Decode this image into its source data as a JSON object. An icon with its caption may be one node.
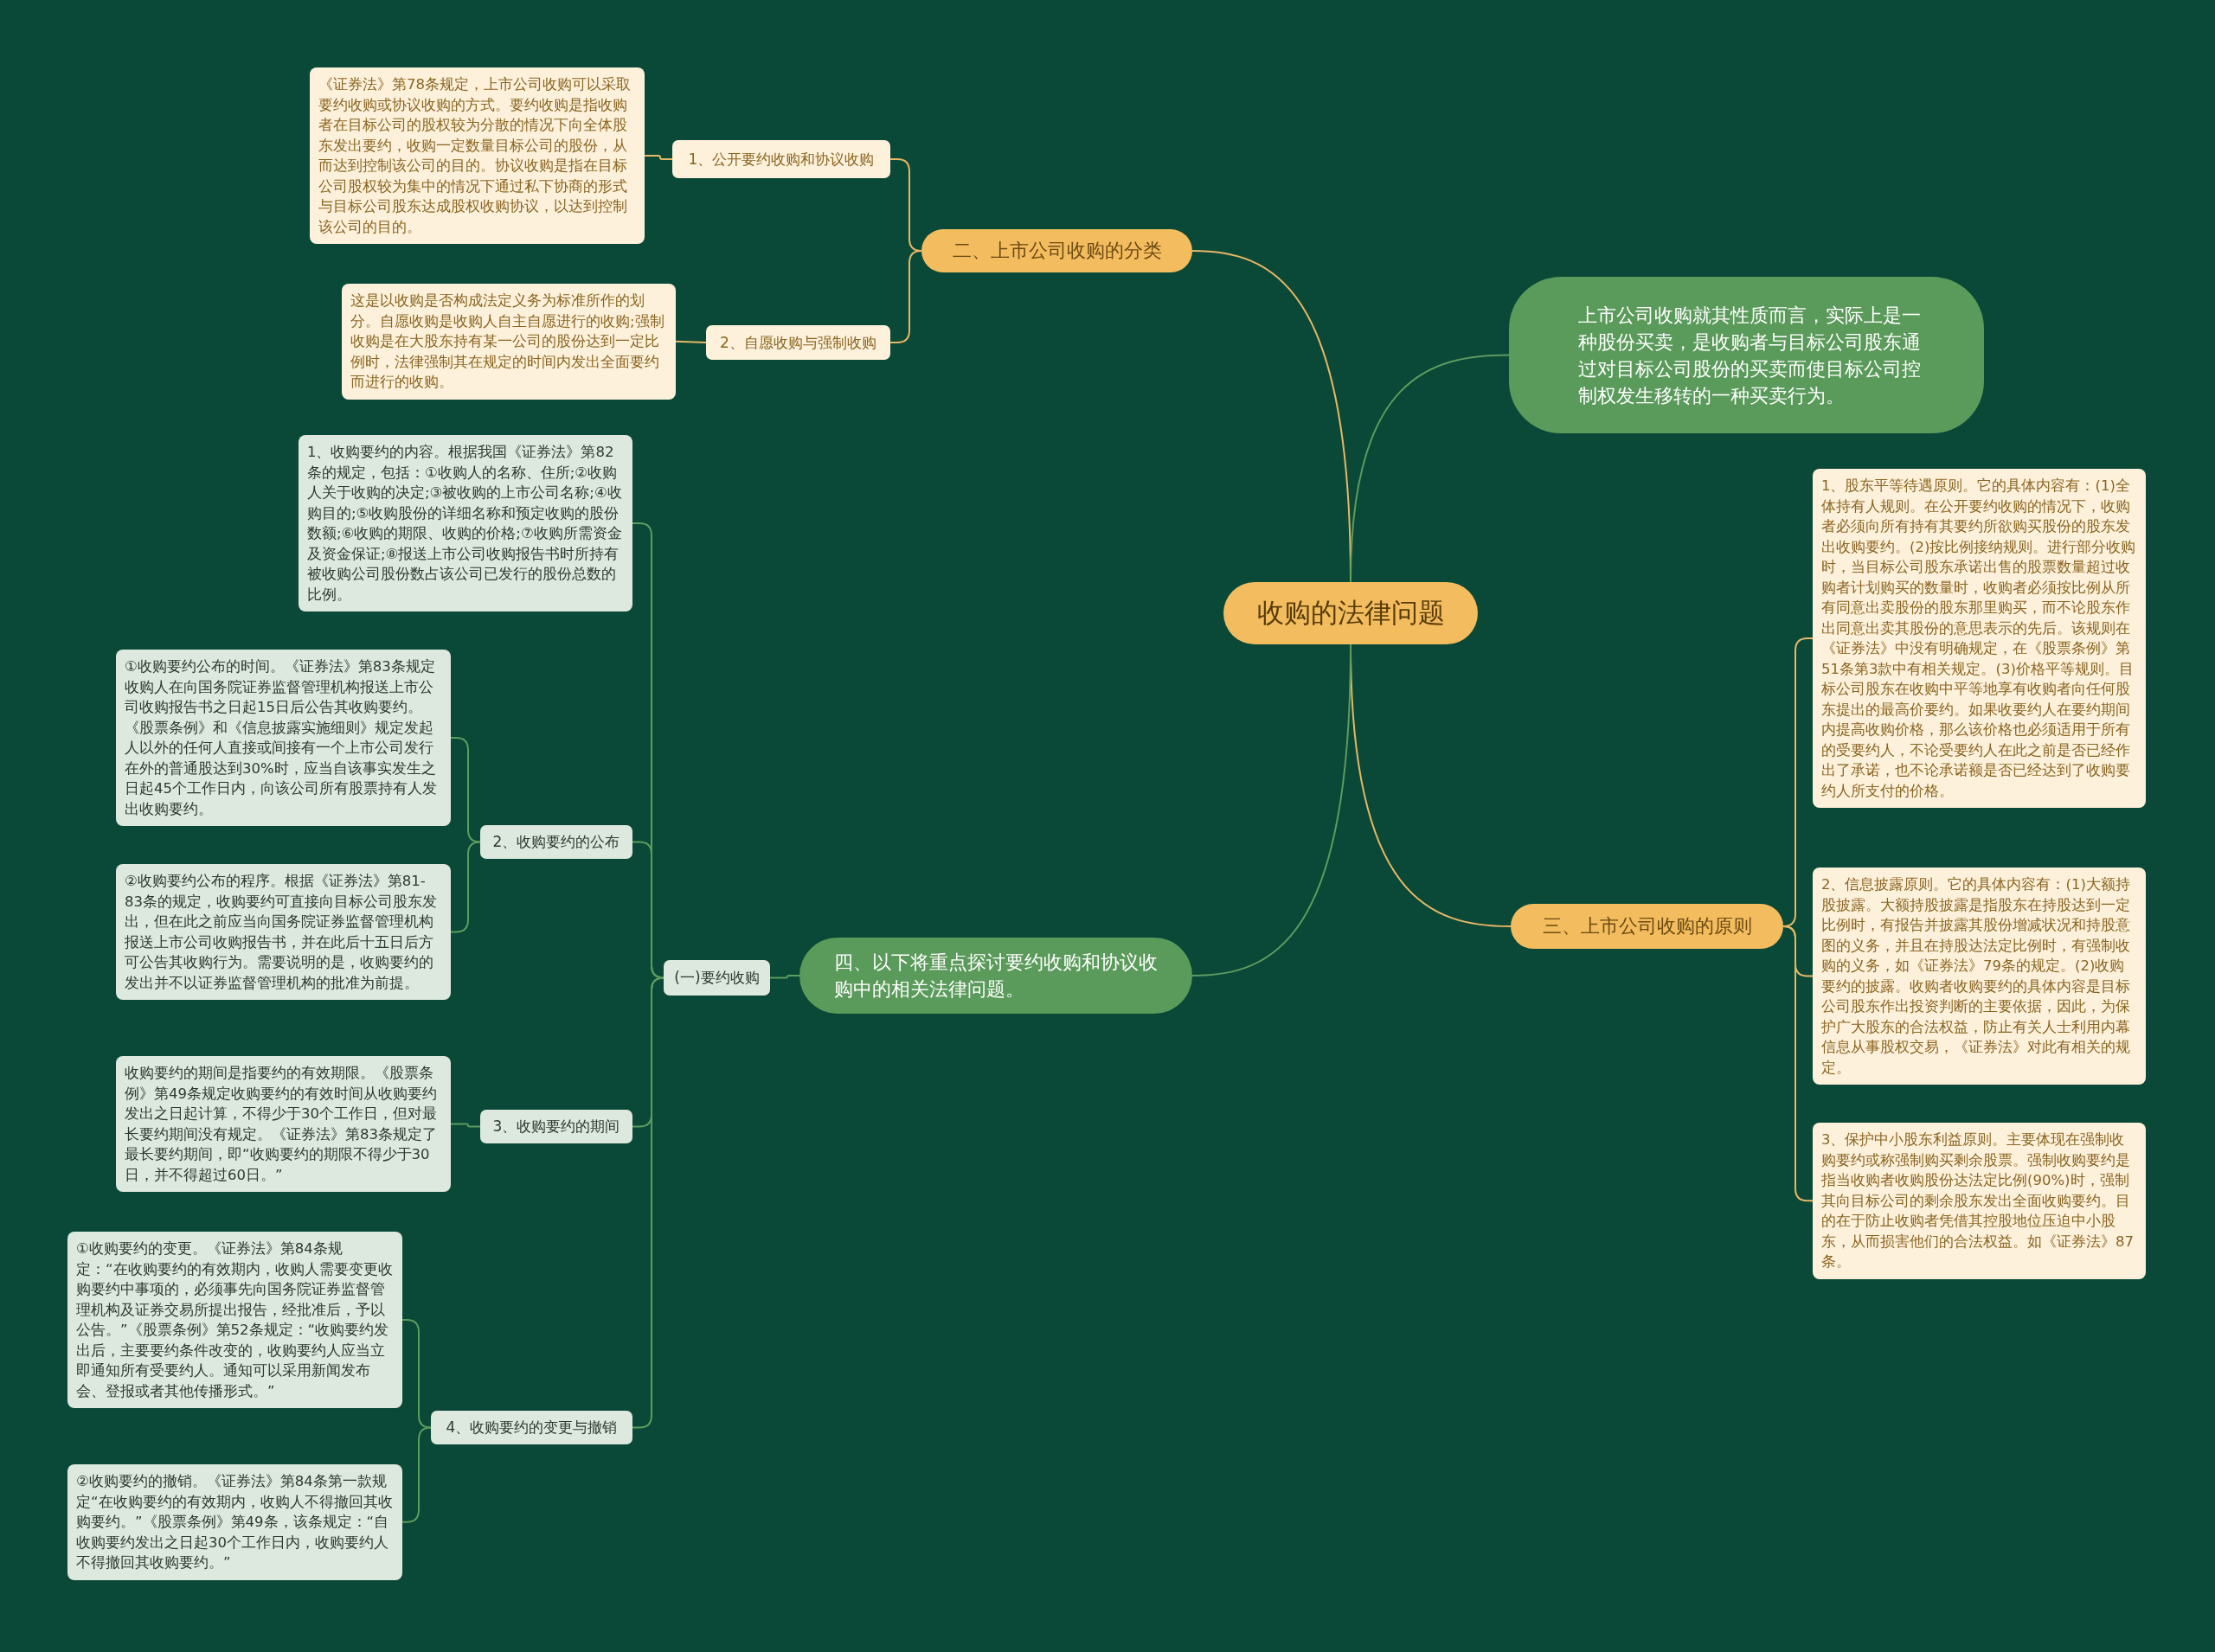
{
  "diagram": {
    "nodes": [
      {
        "text": [
          "收购的法律问题"
        ]
      },
      {
        "text": [
          "二、上市公司收购的分类"
        ]
      },
      {
        "text": [
          "1、公开要约收购和协议收购"
        ]
      },
      {
        "text": [
          "《证券法》第78条规定，上市公司收购可以采取要约收购或协议收购的方式。要约收购是指收购者在目标公司的股权较为分散的情况下向全体股东发出要约，收购一定数量目标公司的股份，从而达到控制该公司的目的。协议收购是指在目标公司股权较为集中的情况下通过私下协商的形式与目标公司股东达成股权收购协议，以达到控制该公司的目的。"
        ]
      },
      {
        "text": [
          "2、自愿收购与强制收购"
        ]
      },
      {
        "text": [
          "这是以收购是否构成法定义务为标准所作的划分。自愿收购是收购人自主自愿进行的收购;强制收购是在大股东持有某一公司的股份达到一定比例时，法律强制其在规定的时间内发出全面要约而进行的收购。"
        ]
      },
      {
        "text": [
          "上市公司收购就其性质而言，实际上是一种股份买卖，是收购者与目标公司股东通过对目标公司股份的买卖而使目标公司控制权发生移转的一种买卖行为。"
        ]
      },
      {
        "text": [
          "三、上市公司收购的原则"
        ]
      },
      {
        "text": [
          "1、股东平等待遇原则。它的具体内容有：(1)全体持有人规则。在公开要约收购的情况下，收购者必须向所有持有其要约所欲购买股份的股东发出收购要约。(2)按比例接纳规则。进行部分收购时，当目标公司股东承诺出售的股票数量超过收购者计划购买的数量时，收购者必须按比例从所有同意出卖股份的股东那里购买，而不论股东作出同意出卖其股份的意思表示的先后。该规则在《证券法》中没有明确规定，在《股票条例》第51条第3款中有相关规定。(3)价格平等规则。目标公司股东在收购中平等地享有收购者向任何股东提出的最高价要约。如果收要约人在要约期间内提高收购价格，那么该价格也必须适用于所有的受要约人，不论受要约人在此之前是否已经作出了承诺，也不论承诺额是否已经达到了收购要约人所支付的价格。"
        ]
      },
      {
        "text": [
          "2、信息披露原则。它的具体内容有：(1)大额持股披露。大额持股披露是指股东在持股达到一定比例时，有报告并披露其股份增减状况和持股意图的义务，并且在持股达法定比例时，有强制收购的义务，如《证券法》79条的规定。(2)收购要约的披露。收购者收购要约的具体内容是目标公司股东作出投资判断的主要依据，因此，为保护广大股东的合法权益，防止有关人士利用内幕信息从事股权交易，《证券法》对此有相关的规定。"
        ]
      },
      {
        "text": [
          "3、保护中小股东利益原则。主要体现在强制收购要约或称强制购买剩余股票。强制收购要约是指当收购者收购股份达法定比例(90%)时，强制其向目标公司的剩余股东发出全面收购要约。目的在于防止收购者凭借其控股地位压迫中小股东，从而损害他们的合法权益。如《证券法》87条。"
        ]
      },
      {
        "text": [
          "四、以下将重点探讨要约收购和协议收购中的相关法律问题。"
        ]
      },
      {
        "text": [
          "(一)要约收购"
        ]
      },
      {
        "text": [
          "1、收购要约的内容。根据我国《证券法》第82条的规定，包括：①收购人的名称、住所;②收购人关于收购的决定;③被收购的上市公司名称;④收购目的;⑤收购股份的详细名称和预定收购的股份数额;⑥收购的期限、收购的价格;⑦收购所需资金及资金保证;⑧报送上市公司收购报告书时所持有被收购公司股份数占该公司已发行的股份总数的比例。"
        ]
      },
      {
        "text": [
          "2、收购要约的公布"
        ]
      },
      {
        "text": [
          "①收购要约公布的时间。《证券法》第83条规定收购人在向国务院证券监督管理机构报送上市公司收购报告书之日起15日后公告其收购要约。《股票条例》和《信息披露实施细则》规定发起人以外的任何人直接或间接有一个上市公司发行在外的普通股达到30%时，应当自该事实发生之日起45个工作日内，向该公司所有股票持有人发出收购要约。"
        ]
      },
      {
        "text": [
          "②收购要约公布的程序。根据《证券法》第81-83条的规定，收购要约可直接向目标公司股东发出，但在此之前应当向国务院证券监督管理机构报送上市公司收购报告书，并在此后十五日后方可公告其收购行为。需要说明的是，收购要约的发出并不以证券监督管理机构的批准为前提。"
        ]
      },
      {
        "text": [
          "3、收购要约的期间"
        ]
      },
      {
        "text": [
          "收购要约的期间是指要约的有效期限。《股票条例》第49条规定收购要约的有效时间从收购要约发出之日起计算，不得少于30个工作日，但对最长要约期间没有规定。《证券法》第83条规定了最长要约期间，即“收购要约的期限不得少于30日，并不得超过60日。”"
        ]
      },
      {
        "text": [
          "4、收购要约的变更与撤销"
        ]
      },
      {
        "text": [
          "①收购要约的变更。《证券法》第84条规定：“在收购要约的有效期内，收购人需要变更收购要约中事项的，必须事先向国务院证券监督管理机构及证券交易所提出报告，经批准后，予以公告。”《股票条例》第52条规定：“收购要约发出后，主要要约条件改变的，收购要约人应当立即通知所有受要约人。通知可以采用新闻发布会、登报或者其他传播形式。”"
        ]
      },
      {
        "text": [
          "②收购要约的撤销。《证券法》第84条第一款规定“在收购要约的有效期内，收购人不得撤回其收购要约。”《股票条例》第49条，该条规定：“自收购要约发出之日起30个工作日内，收购要约人不得撤回其收购要约。”"
        ]
      }
    ],
    "edges": [
      {
        "from": 0,
        "to": 1,
        "arrow": "none",
        "color": "#e6b866"
      },
      {
        "from": 1,
        "to": 2,
        "arrow": "none",
        "color": "#e6b866"
      },
      {
        "from": 2,
        "to": 3,
        "arrow": "none",
        "color": "#e6b866"
      },
      {
        "from": 1,
        "to": 4,
        "arrow": "none",
        "color": "#e6b866"
      },
      {
        "from": 4,
        "to": 5,
        "arrow": "none",
        "color": "#e6b866"
      },
      {
        "from": 0,
        "to": 6,
        "arrow": "none"
      },
      {
        "from": 0,
        "to": 7,
        "arrow": "none",
        "color": "#e6b866"
      },
      {
        "from": 7,
        "to": 8,
        "arrow": "none",
        "color": "#e6b866"
      },
      {
        "from": 7,
        "to": 9,
        "arrow": "none",
        "color": "#e6b866"
      },
      {
        "from": 7,
        "to": 10,
        "arrow": "none",
        "color": "#e6b866"
      },
      {
        "from": 0,
        "to": 11,
        "arrow": "none"
      },
      {
        "from": 11,
        "to": 12,
        "arrow": "none"
      },
      {
        "from": 12,
        "to": 13,
        "arrow": "none"
      },
      {
        "from": 12,
        "to": 14,
        "arrow": "none"
      },
      {
        "from": 14,
        "to": 15,
        "arrow": "none"
      },
      {
        "from": 14,
        "to": 16,
        "arrow": "none"
      },
      {
        "from": 12,
        "to": 17,
        "arrow": "none"
      },
      {
        "from": 17,
        "to": 18,
        "arrow": "none"
      },
      {
        "from": 12,
        "to": 19,
        "arrow": "none"
      },
      {
        "from": 19,
        "to": 20,
        "arrow": "none"
      },
      {
        "from": 19,
        "to": 21,
        "arrow": "none"
      }
    ]
  }
}
